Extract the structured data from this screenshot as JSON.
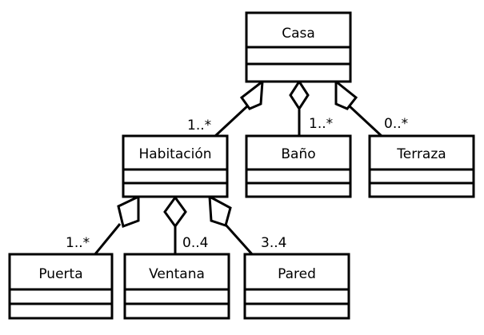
{
  "classes": {
    "casa": "Casa",
    "habitacion": "Habitación",
    "bano": "Baño",
    "terraza": "Terraza",
    "puerta": "Puerta",
    "ventana": "Ventana",
    "pared": "Pared"
  },
  "multiplicities": {
    "casa_habitacion": "1..*",
    "casa_bano": "1..*",
    "casa_terraza": "0..*",
    "habitacion_puerta": "1..*",
    "habitacion_ventana": "0..4",
    "habitacion_pared": "3..4"
  },
  "relationship_type": "aggregation"
}
